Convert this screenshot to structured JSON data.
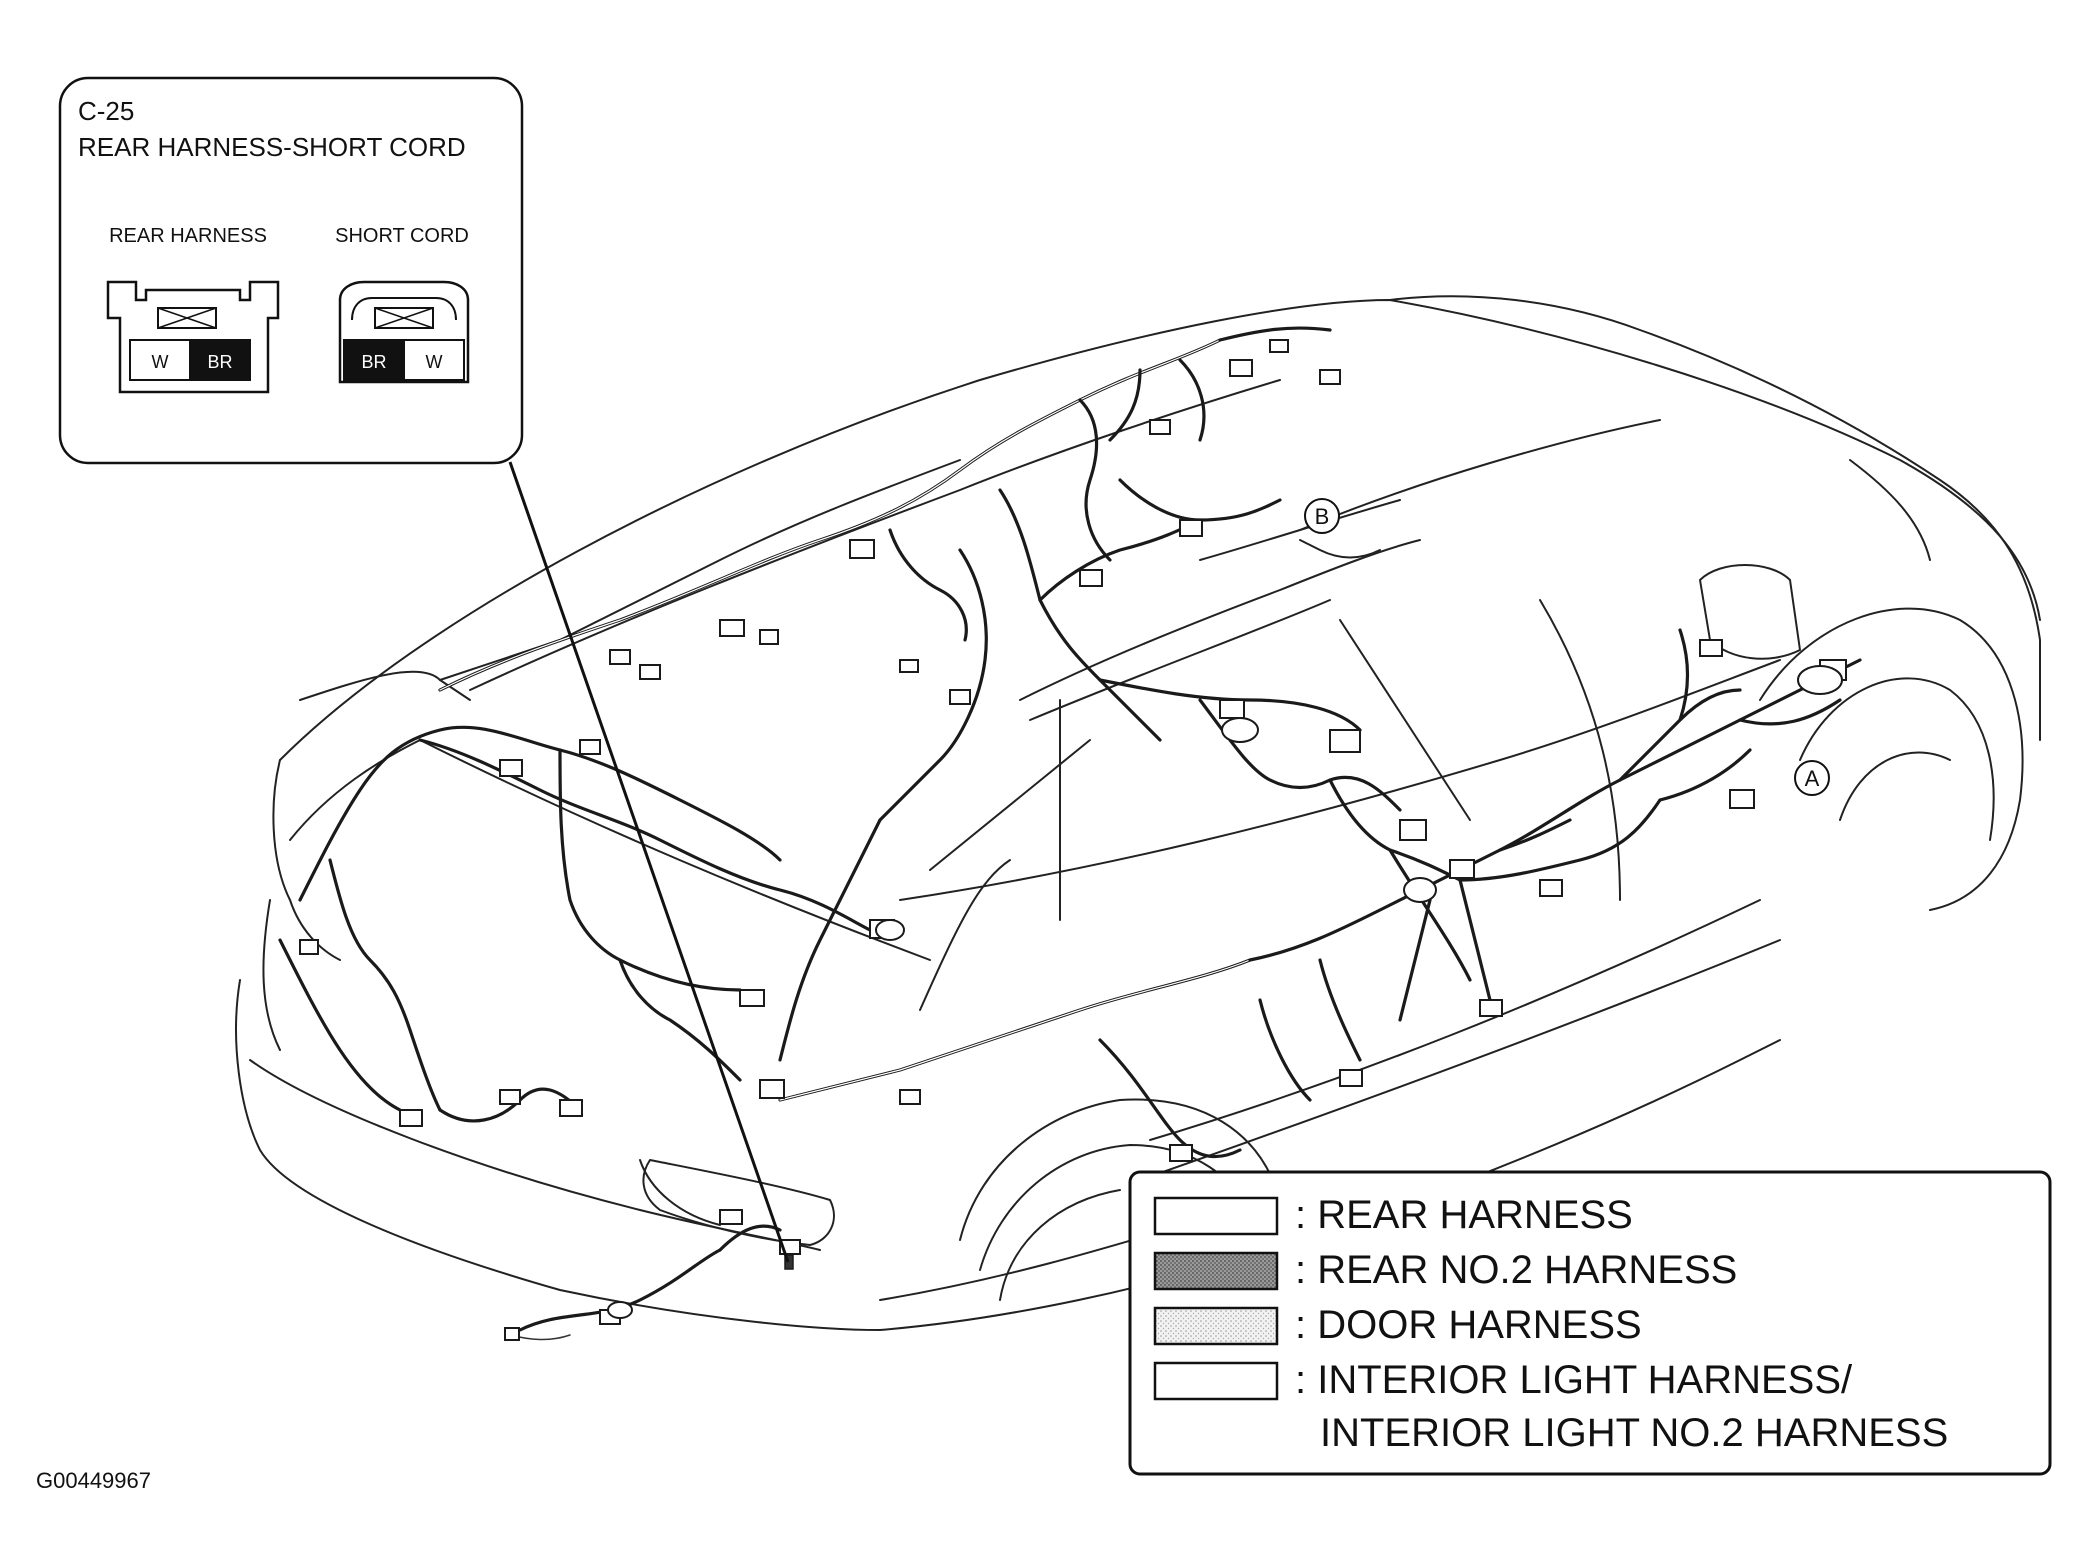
{
  "callout": {
    "code": "C-25",
    "title": "REAR HARNESS-SHORT CORD",
    "left_label": "REAR HARNESS",
    "right_label": "SHORT CORD",
    "left_pins": [
      "W",
      "BR"
    ],
    "right_pins": [
      "BR",
      "W"
    ]
  },
  "markers": {
    "a": "A",
    "b": "B"
  },
  "legend": {
    "items": [
      {
        "label": ": REAR HARNESS",
        "swatch": "blank"
      },
      {
        "label": ": REAR NO.2 HARNESS",
        "swatch": "dark-stipple"
      },
      {
        "label": ": DOOR HARNESS",
        "swatch": "light-stipple"
      },
      {
        "label": ": INTERIOR LIGHT HARNESS/",
        "swatch": "blank"
      }
    ],
    "continuation": "INTERIOR LIGHT NO.2 HARNESS"
  },
  "figure_id": "G00449967",
  "colors": {
    "ink": "#111111",
    "background": "#ffffff",
    "connector_dark": "#111111"
  }
}
